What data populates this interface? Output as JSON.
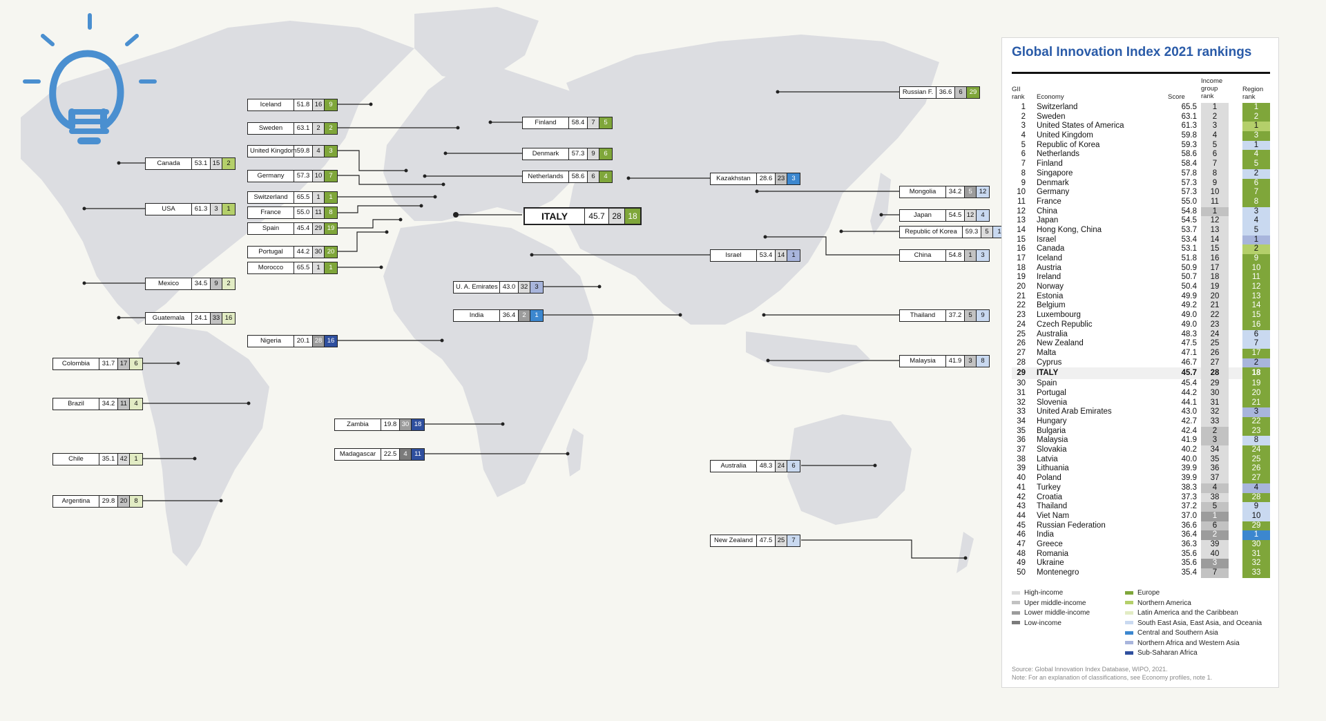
{
  "colors": {
    "map_land": "#dcdde1",
    "map_ocean": "#f6f6f1",
    "bulb_blue": "#4a8fd0",
    "title_blue": "#2a5ba8",
    "income": {
      "H": "#dcdcdc",
      "U": "#c2c2c2",
      "L": "#9c9c9c",
      "W": "#7b7b7b"
    },
    "region": {
      "EU": "#7fa63a",
      "NA": "#b4cf6a",
      "LA": "#e2ecc4",
      "SEA": "#c9d9f0",
      "CSA": "#3c87cf",
      "NAWA": "#a8b5dc",
      "SSA": "#2f4f9e"
    }
  },
  "panel": {
    "title": "Global Innovation Index 2021 rankings",
    "headers": {
      "gii_rank_1": "GII",
      "gii_rank_2": "rank",
      "economy": "Economy",
      "score": "Score",
      "income_1": "Income",
      "income_2": "group",
      "income_3": "rank",
      "region_1": "Region",
      "region_2": "rank"
    },
    "rows": [
      {
        "rank": "1",
        "economy": "Switzerland",
        "score": "65.5",
        "income": "1",
        "ig": "H",
        "region": "1",
        "rg": "EU"
      },
      {
        "rank": "2",
        "economy": "Sweden",
        "score": "63.1",
        "income": "2",
        "ig": "H",
        "region": "2",
        "rg": "EU"
      },
      {
        "rank": "3",
        "economy": "United States of America",
        "score": "61.3",
        "income": "3",
        "ig": "H",
        "region": "1",
        "rg": "NA"
      },
      {
        "rank": "4",
        "economy": "United Kingdom",
        "score": "59.8",
        "income": "4",
        "ig": "H",
        "region": "3",
        "rg": "EU"
      },
      {
        "rank": "5",
        "economy": "Republic of Korea",
        "score": "59.3",
        "income": "5",
        "ig": "H",
        "region": "1",
        "rg": "SEA"
      },
      {
        "rank": "6",
        "economy": "Netherlands",
        "score": "58.6",
        "income": "6",
        "ig": "H",
        "region": "4",
        "rg": "EU"
      },
      {
        "rank": "7",
        "economy": "Finland",
        "score": "58.4",
        "income": "7",
        "ig": "H",
        "region": "5",
        "rg": "EU"
      },
      {
        "rank": "8",
        "economy": "Singapore",
        "score": "57.8",
        "income": "8",
        "ig": "H",
        "region": "2",
        "rg": "SEA"
      },
      {
        "rank": "9",
        "economy": "Denmark",
        "score": "57.3",
        "income": "9",
        "ig": "H",
        "region": "6",
        "rg": "EU"
      },
      {
        "rank": "10",
        "economy": "Germany",
        "score": "57.3",
        "income": "10",
        "ig": "H",
        "region": "7",
        "rg": "EU"
      },
      {
        "rank": "11",
        "economy": "France",
        "score": "55.0",
        "income": "11",
        "ig": "H",
        "region": "8",
        "rg": "EU"
      },
      {
        "rank": "12",
        "economy": "China",
        "score": "54.8",
        "income": "1",
        "ig": "U",
        "region": "3",
        "rg": "SEA"
      },
      {
        "rank": "13",
        "economy": "Japan",
        "score": "54.5",
        "income": "12",
        "ig": "H",
        "region": "4",
        "rg": "SEA"
      },
      {
        "rank": "14",
        "economy": "Hong Kong, China",
        "score": "53.7",
        "income": "13",
        "ig": "H",
        "region": "5",
        "rg": "SEA"
      },
      {
        "rank": "15",
        "economy": "Israel",
        "score": "53.4",
        "income": "14",
        "ig": "H",
        "region": "1",
        "rg": "NAWA"
      },
      {
        "rank": "16",
        "economy": "Canada",
        "score": "53.1",
        "income": "15",
        "ig": "H",
        "region": "2",
        "rg": "NA"
      },
      {
        "rank": "17",
        "economy": "Iceland",
        "score": "51.8",
        "income": "16",
        "ig": "H",
        "region": "9",
        "rg": "EU"
      },
      {
        "rank": "18",
        "economy": "Austria",
        "score": "50.9",
        "income": "17",
        "ig": "H",
        "region": "10",
        "rg": "EU"
      },
      {
        "rank": "19",
        "economy": "Ireland",
        "score": "50.7",
        "income": "18",
        "ig": "H",
        "region": "11",
        "rg": "EU"
      },
      {
        "rank": "20",
        "economy": "Norway",
        "score": "50.4",
        "income": "19",
        "ig": "H",
        "region": "12",
        "rg": "EU"
      },
      {
        "rank": "21",
        "economy": "Estonia",
        "score": "49.9",
        "income": "20",
        "ig": "H",
        "region": "13",
        "rg": "EU"
      },
      {
        "rank": "22",
        "economy": "Belgium",
        "score": "49.2",
        "income": "21",
        "ig": "H",
        "region": "14",
        "rg": "EU"
      },
      {
        "rank": "23",
        "economy": "Luxembourg",
        "score": "49.0",
        "income": "22",
        "ig": "H",
        "region": "15",
        "rg": "EU"
      },
      {
        "rank": "24",
        "economy": "Czech Republic",
        "score": "49.0",
        "income": "23",
        "ig": "H",
        "region": "16",
        "rg": "EU"
      },
      {
        "rank": "25",
        "economy": "Australia",
        "score": "48.3",
        "income": "24",
        "ig": "H",
        "region": "6",
        "rg": "SEA"
      },
      {
        "rank": "26",
        "economy": "New Zealand",
        "score": "47.5",
        "income": "25",
        "ig": "H",
        "region": "7",
        "rg": "SEA"
      },
      {
        "rank": "27",
        "economy": "Malta",
        "score": "47.1",
        "income": "26",
        "ig": "H",
        "region": "17",
        "rg": "EU"
      },
      {
        "rank": "28",
        "economy": "Cyprus",
        "score": "46.7",
        "income": "27",
        "ig": "H",
        "region": "2",
        "rg": "NAWA"
      },
      {
        "rank": "29",
        "economy": "ITALY",
        "score": "45.7",
        "income": "28",
        "ig": "H",
        "region": "18",
        "rg": "EU",
        "highlight": true
      },
      {
        "rank": "30",
        "economy": "Spain",
        "score": "45.4",
        "income": "29",
        "ig": "H",
        "region": "19",
        "rg": "EU"
      },
      {
        "rank": "31",
        "economy": "Portugal",
        "score": "44.2",
        "income": "30",
        "ig": "H",
        "region": "20",
        "rg": "EU"
      },
      {
        "rank": "32",
        "economy": "Slovenia",
        "score": "44.1",
        "income": "31",
        "ig": "H",
        "region": "21",
        "rg": "EU"
      },
      {
        "rank": "33",
        "economy": "United Arab Emirates",
        "score": "43.0",
        "income": "32",
        "ig": "H",
        "region": "3",
        "rg": "NAWA"
      },
      {
        "rank": "34",
        "economy": "Hungary",
        "score": "42.7",
        "income": "33",
        "ig": "H",
        "region": "22",
        "rg": "EU"
      },
      {
        "rank": "35",
        "economy": "Bulgaria",
        "score": "42.4",
        "income": "2",
        "ig": "U",
        "region": "23",
        "rg": "EU"
      },
      {
        "rank": "36",
        "economy": "Malaysia",
        "score": "41.9",
        "income": "3",
        "ig": "U",
        "region": "8",
        "rg": "SEA"
      },
      {
        "rank": "37",
        "economy": "Slovakia",
        "score": "40.2",
        "income": "34",
        "ig": "H",
        "region": "24",
        "rg": "EU"
      },
      {
        "rank": "38",
        "economy": "Latvia",
        "score": "40.0",
        "income": "35",
        "ig": "H",
        "region": "25",
        "rg": "EU"
      },
      {
        "rank": "39",
        "economy": "Lithuania",
        "score": "39.9",
        "income": "36",
        "ig": "H",
        "region": "26",
        "rg": "EU"
      },
      {
        "rank": "40",
        "economy": "Poland",
        "score": "39.9",
        "income": "37",
        "ig": "H",
        "region": "27",
        "rg": "EU"
      },
      {
        "rank": "41",
        "economy": "Turkey",
        "score": "38.3",
        "income": "4",
        "ig": "U",
        "region": "4",
        "rg": "NAWA"
      },
      {
        "rank": "42",
        "economy": "Croatia",
        "score": "37.3",
        "income": "38",
        "ig": "H",
        "region": "28",
        "rg": "EU"
      },
      {
        "rank": "43",
        "economy": "Thailand",
        "score": "37.2",
        "income": "5",
        "ig": "U",
        "region": "9",
        "rg": "SEA"
      },
      {
        "rank": "44",
        "economy": "Viet Nam",
        "score": "37.0",
        "income": "1",
        "ig": "L",
        "region": "10",
        "rg": "SEA"
      },
      {
        "rank": "45",
        "economy": "Russian Federation",
        "score": "36.6",
        "income": "6",
        "ig": "U",
        "region": "29",
        "rg": "EU"
      },
      {
        "rank": "46",
        "economy": "India",
        "score": "36.4",
        "income": "2",
        "ig": "L",
        "region": "1",
        "rg": "CSA"
      },
      {
        "rank": "47",
        "economy": "Greece",
        "score": "36.3",
        "income": "39",
        "ig": "H",
        "region": "30",
        "rg": "EU"
      },
      {
        "rank": "48",
        "economy": "Romania",
        "score": "35.6",
        "income": "40",
        "ig": "H",
        "region": "31",
        "rg": "EU"
      },
      {
        "rank": "49",
        "economy": "Ukraine",
        "score": "35.6",
        "income": "3",
        "ig": "L",
        "region": "32",
        "rg": "EU"
      },
      {
        "rank": "50",
        "economy": "Montenegro",
        "score": "35.4",
        "income": "7",
        "ig": "U",
        "region": "33",
        "rg": "EU"
      }
    ],
    "legend_income": [
      {
        "label": "High-income",
        "key": "H"
      },
      {
        "label": "Uper middle-income",
        "key": "U"
      },
      {
        "label": "Lower middle-income",
        "key": "L"
      },
      {
        "label": "Low-income",
        "key": "W"
      }
    ],
    "legend_region": [
      {
        "label": "Europe",
        "key": "EU"
      },
      {
        "label": "Northern America",
        "key": "NA"
      },
      {
        "label": "Latin America and the Caribbean",
        "key": "LA"
      },
      {
        "label": "South East Asia, East Asia, and Oceania",
        "key": "SEA"
      },
      {
        "label": "Central and Southern Asia",
        "key": "CSA"
      },
      {
        "label": "Northern Africa and Western Asia",
        "key": "NAWA"
      },
      {
        "label": "Sub-Saharan Africa",
        "key": "SSA"
      }
    ],
    "source_line1": "Source: Global Innovation Index Database, WIPO, 2021.",
    "source_line2": "Note: For an explanation of classifications, see Economy profiles, note 1."
  },
  "map_labels": [
    {
      "id": "iceland",
      "name": "Iceland",
      "score": "51.8",
      "income": "16",
      "ig": "H",
      "region": "9",
      "rg": "EU"
    },
    {
      "id": "sweden",
      "name": "Sweden",
      "score": "63.1",
      "income": "2",
      "ig": "H",
      "region": "2",
      "rg": "EU"
    },
    {
      "id": "uk",
      "name": "United Kingdom",
      "score": "59.8",
      "income": "4",
      "ig": "H",
      "region": "3",
      "rg": "EU"
    },
    {
      "id": "germany",
      "name": "Germany",
      "score": "57.3",
      "income": "10",
      "ig": "H",
      "region": "7",
      "rg": "EU"
    },
    {
      "id": "switzerland",
      "name": "Switzerland",
      "score": "65.5",
      "income": "1",
      "ig": "H",
      "region": "1",
      "rg": "EU"
    },
    {
      "id": "france",
      "name": "France",
      "score": "55.0",
      "income": "11",
      "ig": "H",
      "region": "8",
      "rg": "EU"
    },
    {
      "id": "spain",
      "name": "Spain",
      "score": "45.4",
      "income": "29",
      "ig": "H",
      "region": "19",
      "rg": "EU"
    },
    {
      "id": "portugal",
      "name": "Portugal",
      "score": "44.2",
      "income": "30",
      "ig": "H",
      "region": "20",
      "rg": "EU"
    },
    {
      "id": "morocco",
      "name": "Morocco",
      "score": "65.5",
      "income": "1",
      "ig": "H",
      "region": "1",
      "rg": "EU"
    },
    {
      "id": "canada",
      "name": "Canada",
      "score": "53.1",
      "income": "15",
      "ig": "H",
      "region": "2",
      "rg": "NA"
    },
    {
      "id": "usa",
      "name": "USA",
      "score": "61.3",
      "income": "3",
      "ig": "H",
      "region": "1",
      "rg": "NA"
    },
    {
      "id": "mexico",
      "name": "Mexico",
      "score": "34.5",
      "income": "9",
      "ig": "U",
      "region": "2",
      "rg": "LA"
    },
    {
      "id": "guatemala",
      "name": "Guatemala",
      "score": "24.1",
      "income": "33",
      "ig": "U",
      "region": "16",
      "rg": "LA"
    },
    {
      "id": "colombia",
      "name": "Colombia",
      "score": "31.7",
      "income": "17",
      "ig": "U",
      "region": "6",
      "rg": "LA"
    },
    {
      "id": "brazil",
      "name": "Brazil",
      "score": "34.2",
      "income": "11",
      "ig": "U",
      "region": "4",
      "rg": "LA"
    },
    {
      "id": "chile",
      "name": "Chile",
      "score": "35.1",
      "income": "42",
      "ig": "H",
      "region": "1",
      "rg": "LA"
    },
    {
      "id": "argentina",
      "name": "Argentina",
      "score": "29.8",
      "income": "20",
      "ig": "U",
      "region": "8",
      "rg": "LA"
    },
    {
      "id": "nigeria",
      "name": "Nigeria",
      "score": "20.1",
      "income": "28",
      "ig": "L",
      "region": "16",
      "rg": "SSA"
    },
    {
      "id": "finland",
      "name": "Finland",
      "score": "58.4",
      "income": "7",
      "ig": "H",
      "region": "5",
      "rg": "EU"
    },
    {
      "id": "denmark",
      "name": "Denmark",
      "score": "57.3",
      "income": "9",
      "ig": "H",
      "region": "6",
      "rg": "EU"
    },
    {
      "id": "netherlands",
      "name": "Netherlands",
      "score": "58.6",
      "income": "6",
      "ig": "H",
      "region": "4",
      "rg": "EU"
    },
    {
      "id": "italy",
      "name": "ITALY",
      "score": "45.7",
      "income": "28",
      "ig": "H",
      "region": "18",
      "rg": "EU",
      "big": true
    },
    {
      "id": "uae",
      "name": "U. A. Emirates",
      "score": "43.0",
      "income": "32",
      "ig": "H",
      "region": "3",
      "rg": "NAWA"
    },
    {
      "id": "india",
      "name": "India",
      "score": "36.4",
      "income": "2",
      "ig": "L",
      "region": "1",
      "rg": "CSA"
    },
    {
      "id": "zambia",
      "name": "Zambia",
      "score": "19.8",
      "income": "30",
      "ig": "L",
      "region": "18",
      "rg": "SSA"
    },
    {
      "id": "madagascar",
      "name": "Madagascar",
      "score": "22.5",
      "income": "4",
      "ig": "W",
      "region": "11",
      "rg": "SSA"
    },
    {
      "id": "russia",
      "name": "Russian F.",
      "score": "36.6",
      "income": "6",
      "ig": "U",
      "region": "29",
      "rg": "EU"
    },
    {
      "id": "kazakhstan",
      "name": "Kazakhstan",
      "score": "28.6",
      "income": "23",
      "ig": "U",
      "region": "3",
      "rg": "CSA"
    },
    {
      "id": "mongolia",
      "name": "Mongolia",
      "score": "34.2",
      "income": "5",
      "ig": "L",
      "region": "12",
      "rg": "SEA"
    },
    {
      "id": "japan",
      "name": "Japan",
      "score": "54.5",
      "income": "12",
      "ig": "H",
      "region": "4",
      "rg": "SEA"
    },
    {
      "id": "korea",
      "name": "Republic of Korea",
      "score": "59.3",
      "income": "5",
      "ig": "H",
      "region": "1",
      "rg": "SEA"
    },
    {
      "id": "china",
      "name": "China",
      "score": "54.8",
      "income": "1",
      "ig": "U",
      "region": "3",
      "rg": "SEA"
    },
    {
      "id": "israel",
      "name": "Israel",
      "score": "53.4",
      "income": "14",
      "ig": "H",
      "region": "1",
      "rg": "NAWA"
    },
    {
      "id": "thailand",
      "name": "Thailand",
      "score": "37.2",
      "income": "5",
      "ig": "U",
      "region": "9",
      "rg": "SEA"
    },
    {
      "id": "malaysia",
      "name": "Malaysia",
      "score": "41.9",
      "income": "3",
      "ig": "U",
      "region": "8",
      "rg": "SEA"
    },
    {
      "id": "australia",
      "name": "Australia",
      "score": "48.3",
      "income": "24",
      "ig": "H",
      "region": "6",
      "rg": "SEA"
    },
    {
      "id": "newzealand",
      "name": "New Zealand",
      "score": "47.5",
      "income": "25",
      "ig": "H",
      "region": "7",
      "rg": "SEA"
    }
  ]
}
